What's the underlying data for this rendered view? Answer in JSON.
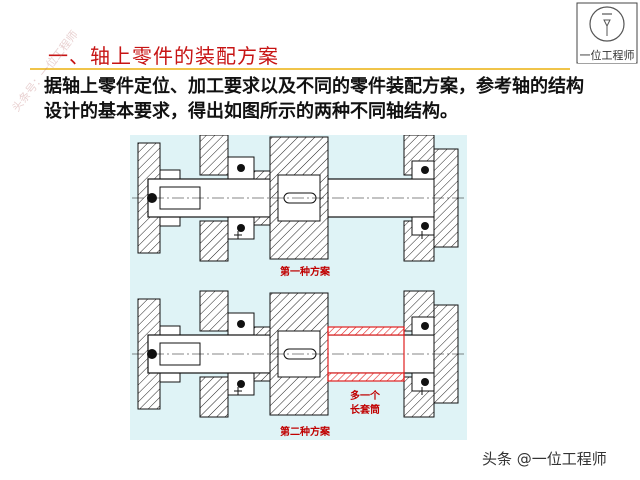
{
  "slide": {
    "title": "一、轴上零件的装配方案",
    "body": "据轴上零件定位、加工要求以及不同的零件装配方案，参考轴的结构设计的基本要求，得出如图所示的两种不同轴结构。"
  },
  "logo": {
    "text": "一位工程师"
  },
  "watermark": {
    "text": "头条号：一位工程师"
  },
  "figure": {
    "caption1": "第一种方案",
    "caption2": "第二种方案",
    "annotation_line1": "多一个",
    "annotation_line2": "长套筒",
    "colors": {
      "background": "#dff3f6",
      "highlight": "#e02020",
      "caption": "#c00000"
    }
  },
  "footer": {
    "text": "头条 @一位工程师"
  }
}
